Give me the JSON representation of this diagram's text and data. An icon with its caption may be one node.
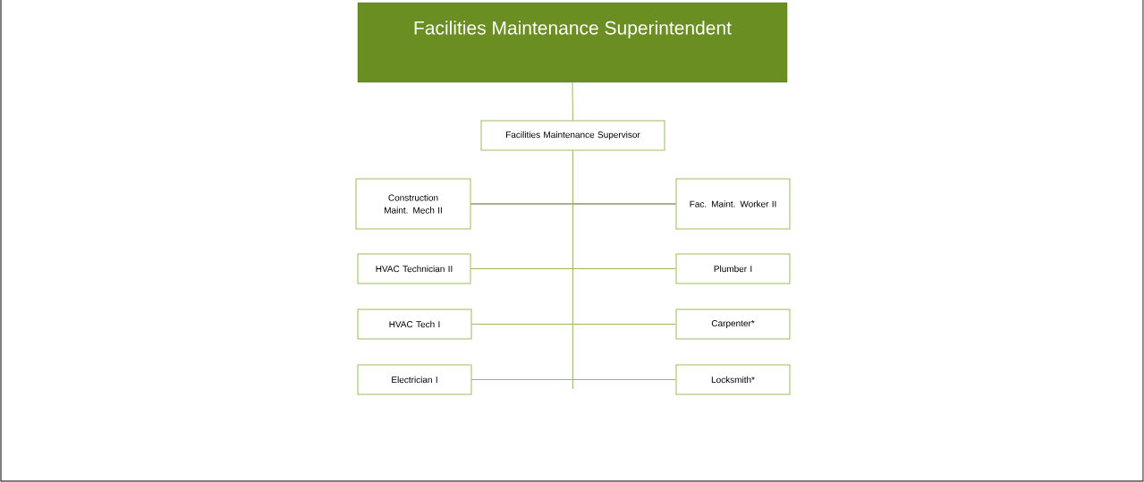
{
  "diagram": {
    "nodes": [
      {
        "text": [
          "Facilities Maintenance Superintendent"
        ]
      },
      {
        "text": [
          "Facilities Maintenance Supervisor"
        ]
      },
      {
        "text": [
          "Construction Maint. Mech II"
        ]
      },
      {
        "text": [
          "Fac. Maint. Worker II"
        ]
      },
      {
        "text": [
          "HVAC Technician II"
        ]
      },
      {
        "text": [
          "Plumber I"
        ]
      },
      {
        "text": [
          "HVAC Tech I"
        ]
      },
      {
        "text": [
          "Carpenter*"
        ]
      },
      {
        "text": [
          "Electrician I"
        ]
      },
      {
        "text": [
          "Locksmith*"
        ]
      }
    ],
    "edges": [
      {
        "from": 0,
        "to": 1,
        "arrow": "none"
      },
      {
        "from": 1,
        "to": 2,
        "arrow": "none",
        "color": "#4f6228"
      },
      {
        "from": 1,
        "to": 3,
        "arrow": "none",
        "color": "#4f6228"
      },
      {
        "from": 1,
        "to": 4,
        "arrow": "none"
      },
      {
        "from": 1,
        "to": 5,
        "arrow": "none"
      },
      {
        "from": 1,
        "to": 6,
        "arrow": "none"
      },
      {
        "from": 1,
        "to": 7,
        "arrow": "none"
      },
      {
        "from": 1,
        "to": 8,
        "arrow": "none"
      },
      {
        "from": 1,
        "to": 9,
        "arrow": "none"
      }
    ]
  }
}
